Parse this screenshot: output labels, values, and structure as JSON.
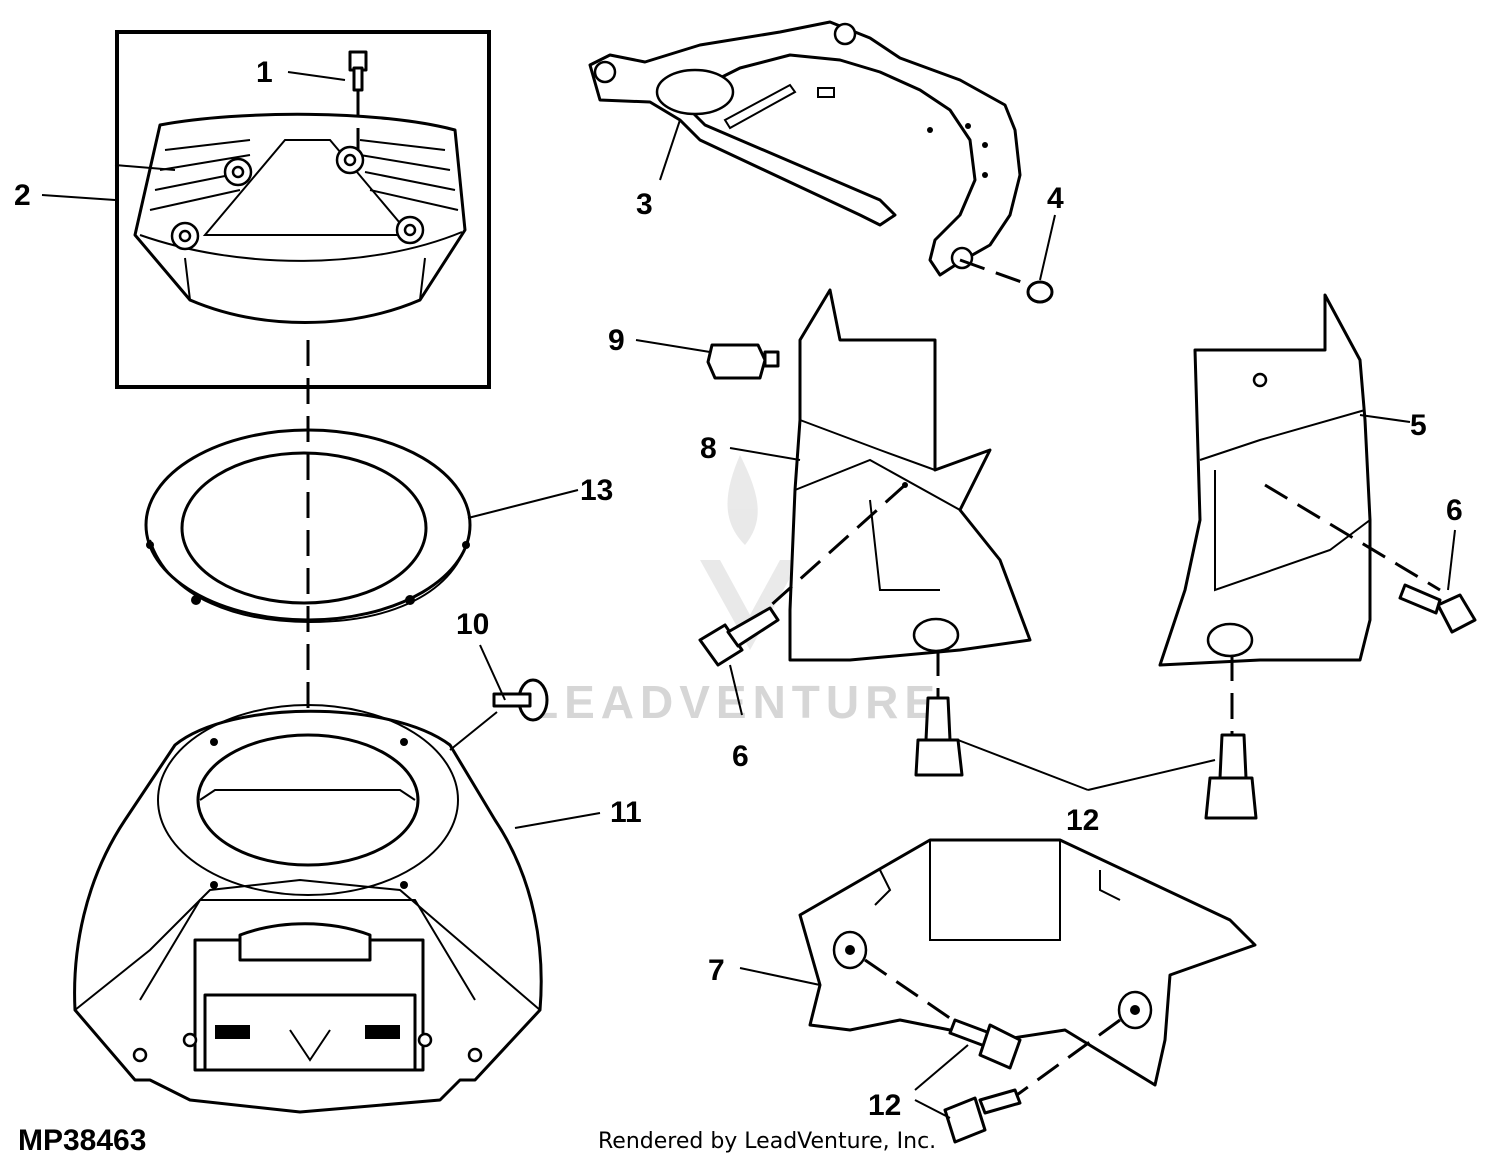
{
  "diagram": {
    "callouts": [
      "1",
      "2",
      "3",
      "4",
      "5",
      "6",
      "6",
      "7",
      "8",
      "9",
      "10",
      "11",
      "12",
      "12",
      "13"
    ],
    "figure_code": "MP38463",
    "credit": "Rendered by LeadVenture, Inc.",
    "watermark": "LEADVENTURE"
  }
}
